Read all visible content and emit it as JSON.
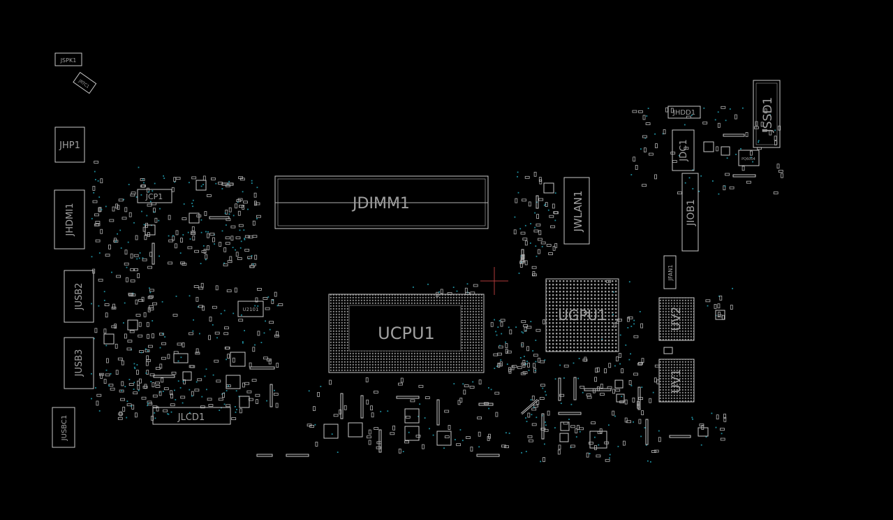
{
  "colors": {
    "background": "#000000",
    "outline": "#c8c8c8",
    "label": "#a0a0a0",
    "pad": "#b4b4b4",
    "via": "#1e8fa0",
    "cursor": "#b03a3a"
  },
  "labels": {
    "jspk1": "JSPK1",
    "jrtc1": "JRTC1",
    "jhp1": "JHP1",
    "jhdmi1": "JHDMI1",
    "jusb2": "JUSB2",
    "jusb3": "JUSB3",
    "jusbc1": "JUSBC1",
    "jcp1": "JCP1",
    "jdimm1": "JDIMM1",
    "jwlan1": "JWLAN1",
    "jhdd1": "JHDD1",
    "jssd1": "JSSD1",
    "jdc1": "JDC1",
    "jiob1": "JIOB1",
    "jfan1": "JFAN1",
    "ucpu1": "UCPU1",
    "ugpu1": "UGPU1",
    "uv2": "UV2",
    "uv1": "UV1",
    "u2101": "U2101",
    "jlcd1": "JLCD1",
    "pq6004": "PQ6004"
  }
}
